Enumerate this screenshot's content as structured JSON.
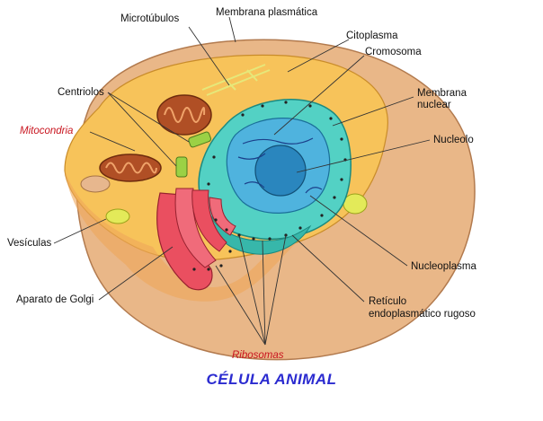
{
  "title": "CÉLULA ANIMAL",
  "labels": {
    "microtubulos": "Microtúbulos",
    "membrana_plasmatica": "Membrana plasmática",
    "citoplasma": "Citoplasma",
    "cromosoma": "Cromosoma",
    "membrana_nuclear_1": "Membrana",
    "membrana_nuclear_2": "nuclear",
    "centriolos": "Centriolos",
    "mitocondria": "Mitocondria",
    "nucleolo": "Nucleolo",
    "vesiculas": "Vesículas",
    "nucleoplasma": "Nucleoplasma",
    "aparato_golgi": "Aparato de Golgi",
    "reticulo_1": "Retículo",
    "reticulo_2": "endoplasmático rugoso",
    "ribosomas": "Ribosomas"
  },
  "colors": {
    "membrane": "#e9b788",
    "cytoplasm": "#f7c35a",
    "nuclear_envelope": "#53d1c4",
    "nucleoplasm": "#4fb3de",
    "nucleolus": "#2a86be",
    "golgi": "#ea4f60",
    "mitochondria": "#b04f25",
    "vesicle": "#e3ea59",
    "title": "#2b2bd0",
    "highlight_label": "#c8141e"
  }
}
